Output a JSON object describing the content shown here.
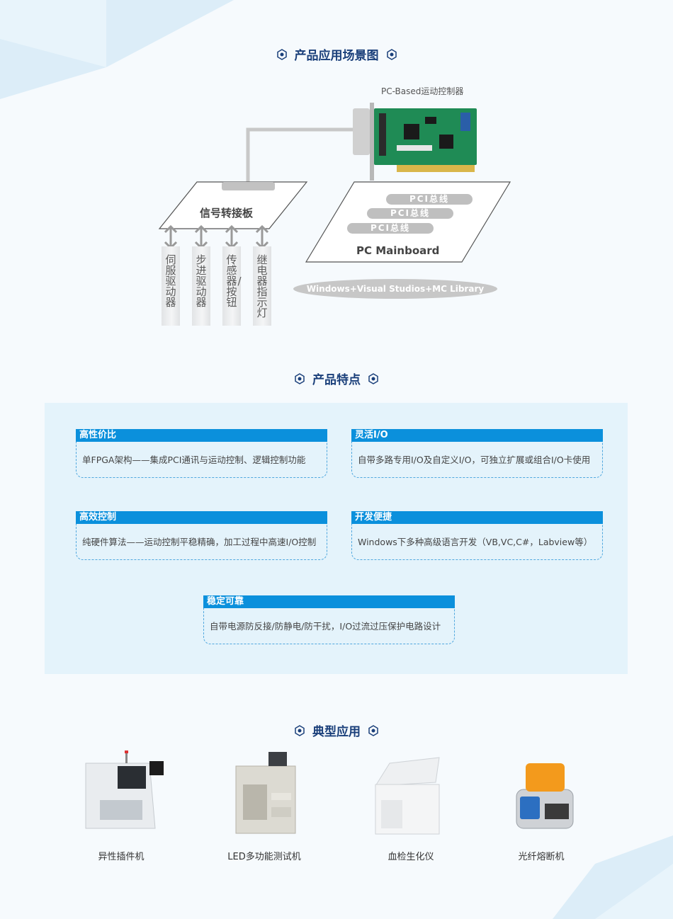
{
  "sections": {
    "scene_title": "产品应用场景图",
    "features_title": "产品特点",
    "apps_title": "典型应用"
  },
  "diagram": {
    "controller_label": "PC-Based运动控制器",
    "signal_board": "信号转接板",
    "drivers": [
      "伺服驱动器",
      "步进驱动器",
      "传感器/按钮",
      "继电器指示灯"
    ],
    "pci_bus": [
      "PCI总线",
      "PCI总线",
      "PCI总线"
    ],
    "mainboard": "PC Mainboard",
    "software": "Windows+Visual Studios+MC Library"
  },
  "features": [
    {
      "title": "高性价比",
      "text": "单FPGA架构——集成PCI通讯与运动控制、逻辑控制功能"
    },
    {
      "title": "灵活I/O",
      "text": "自带多路专用I/O及自定义I/O，可独立扩展或组合I/O卡使用"
    },
    {
      "title": "高效控制",
      "text": "纯硬件算法——运动控制平稳精确，加工过程中高速I/O控制"
    },
    {
      "title": "开发便捷",
      "text": "Windows下多种高级语言开发（VB,VC,C#，Labview等）"
    },
    {
      "title": "稳定可靠",
      "text": "自带电源防反接/防静电/防干扰，I/O过流过压保护电路设计"
    }
  ],
  "apps": [
    "异性插件机",
    "LED多功能测试机",
    "血检生化仪",
    "光纤熔断机"
  ],
  "colors": {
    "accent": "#0b90dc",
    "title": "#1a3f7a",
    "panel": "#e4f3fb"
  }
}
